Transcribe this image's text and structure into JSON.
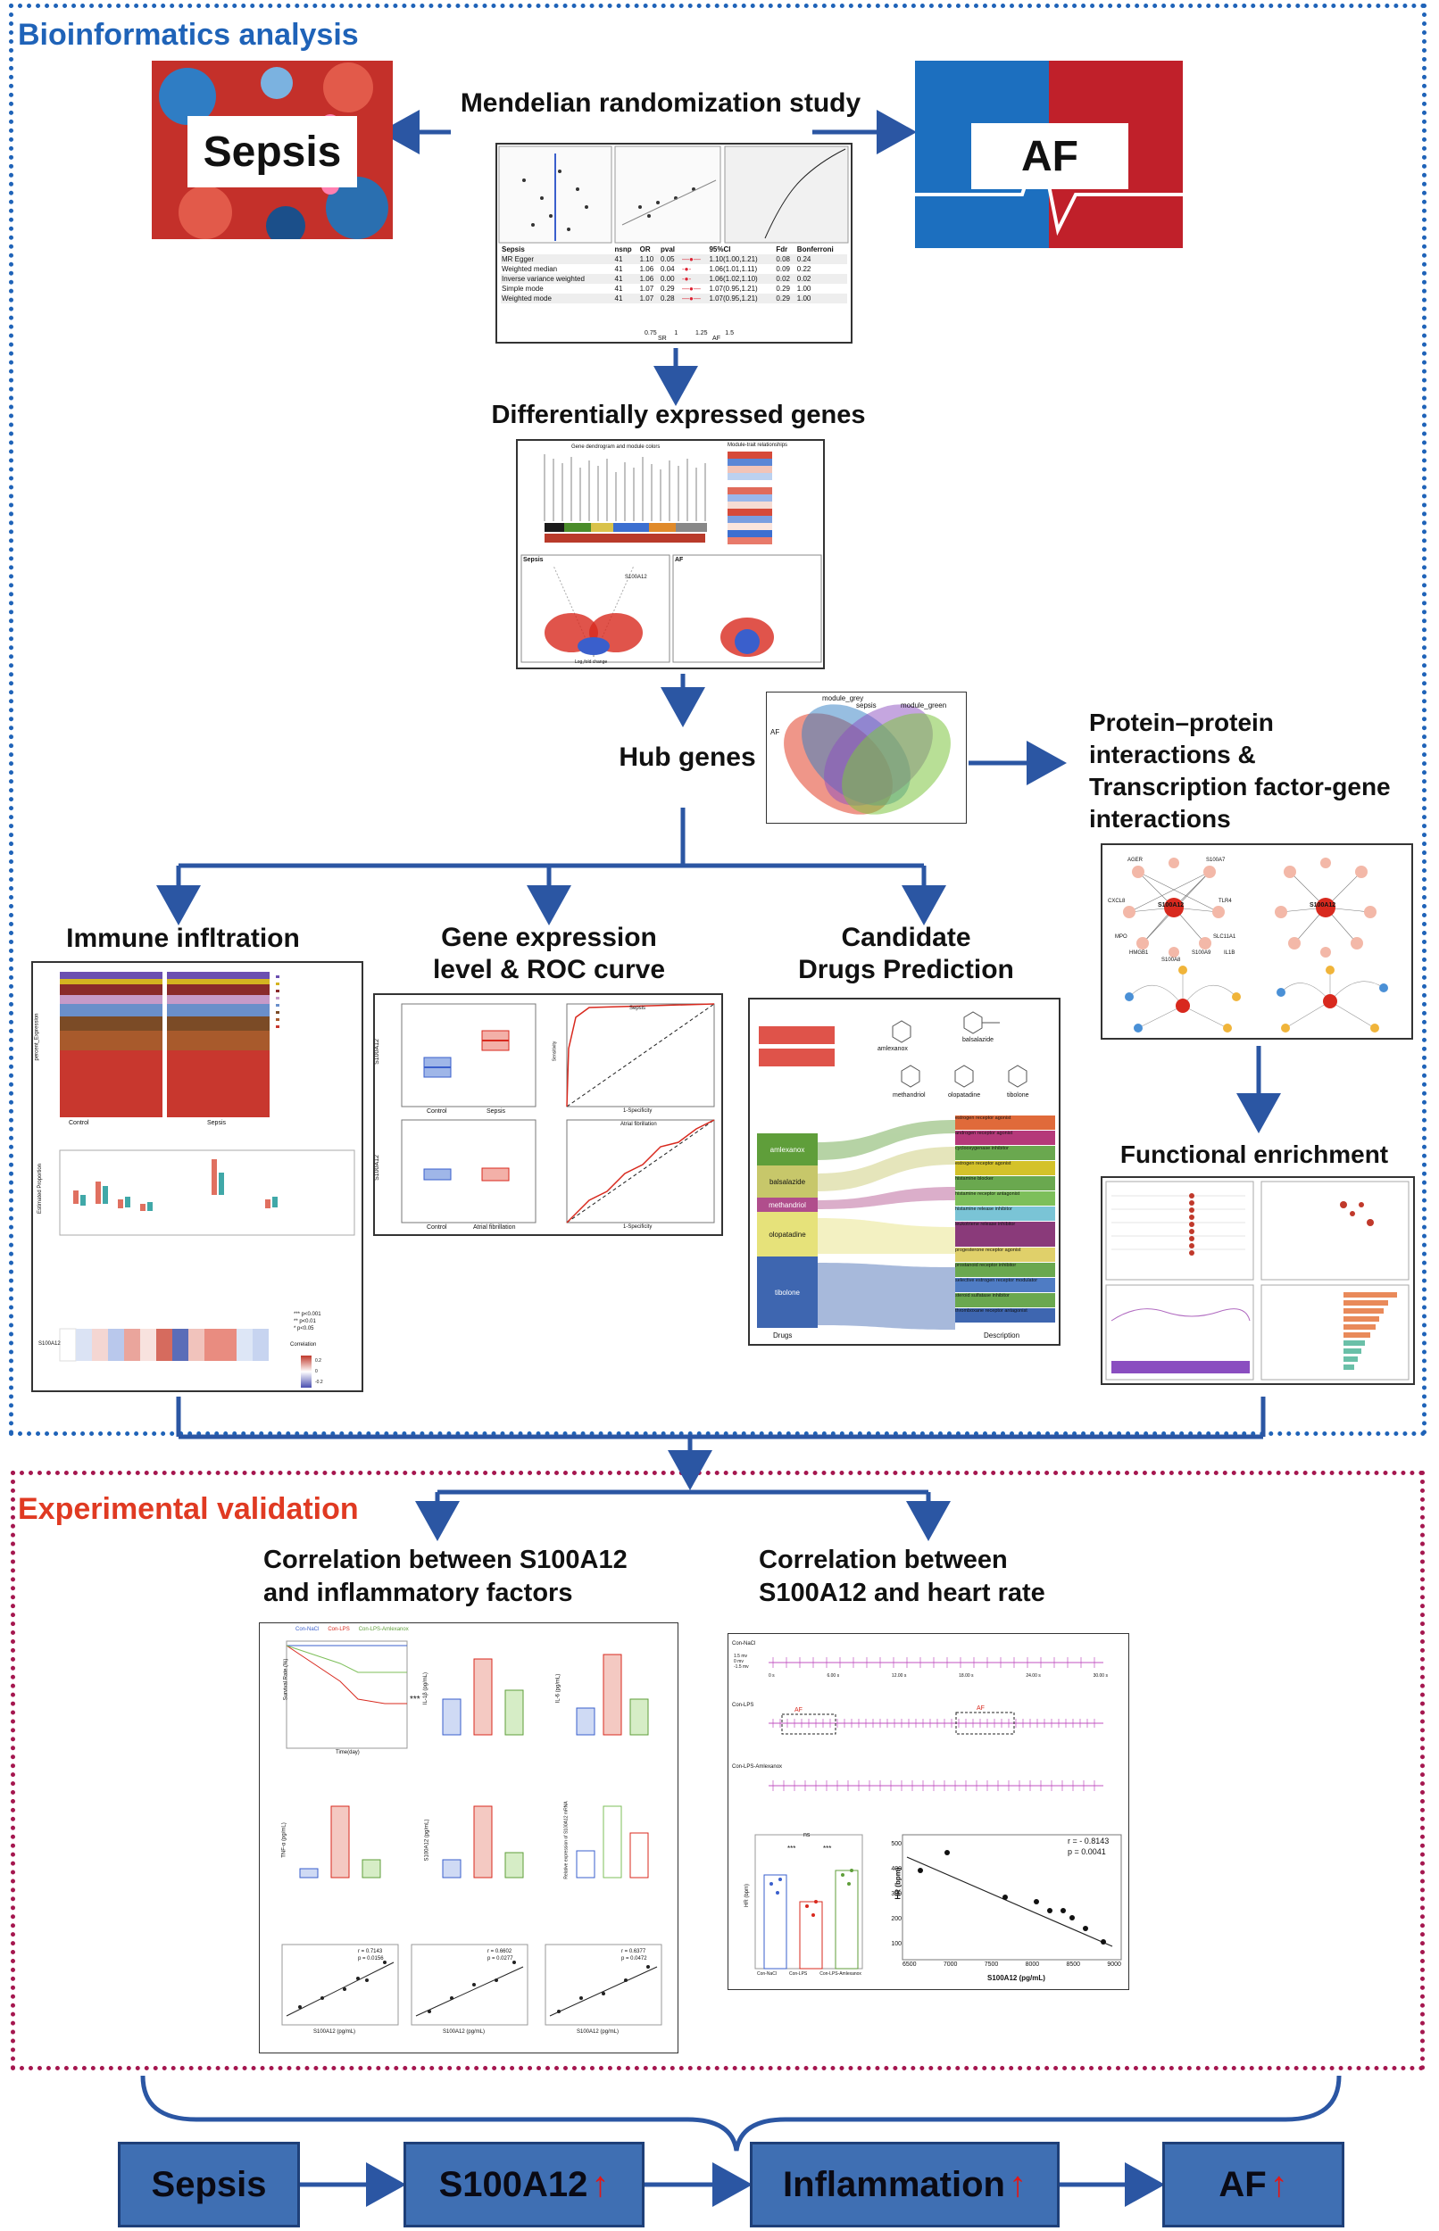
{
  "sections": {
    "bioinformatics": "Bioinformatics analysis",
    "experimental": "Experimental validation"
  },
  "top": {
    "left_label": "Sepsis",
    "right_label": "AF",
    "mr_title": "Mendelian randomization study"
  },
  "mr_table": {
    "headers": [
      "Sepsis",
      "nsnp",
      "OR",
      "pval",
      "95%CI",
      "Fdr",
      "Bonferroni"
    ],
    "rows": [
      [
        "MR Egger",
        "41",
        "1.10",
        "0.05",
        "1.10(1.00,1.21)",
        "0.08",
        "0.24"
      ],
      [
        "Weighted median",
        "41",
        "1.06",
        "0.04",
        "1.06(1.01,1.11)",
        "0.09",
        "0.22"
      ],
      [
        "Inverse variance weighted",
        "41",
        "1.06",
        "0.00",
        "1.06(1.02,1.10)",
        "0.02",
        "0.02"
      ],
      [
        "Simple mode",
        "41",
        "1.07",
        "0.29",
        "1.07(0.95,1.21)",
        "0.29",
        "1.00"
      ],
      [
        "Weighted mode",
        "41",
        "1.07",
        "0.28",
        "1.07(0.95,1.21)",
        "0.29",
        "1.00"
      ]
    ],
    "axis_ticks": [
      "0.75",
      "1",
      "1.25",
      "1.5"
    ],
    "axis_sides": [
      "SR",
      "AF"
    ]
  },
  "degs": {
    "title": "Differentially expressed genes",
    "dendro_title": "Gene dendrogram and module colors",
    "module_title": "Module-trait relationships",
    "volcano_left": "Sepsis",
    "volcano_right": "AF",
    "gene": "S100A12",
    "x_label": "Log₂fold change"
  },
  "hub": {
    "title": "Hub genes",
    "venn_labels": [
      "module_grey",
      "sepsis",
      "module_green",
      "AF"
    ]
  },
  "ppi": {
    "title_lines": [
      "Protein–protein",
      "interactions &",
      "Transcription factor-gene",
      "interactions"
    ],
    "center_gene": "S100A12",
    "nodes": [
      "AGER",
      "S100A7",
      "CXCL8",
      "TLR4",
      "MPO",
      "SLC11A1",
      "HMGB1",
      "S100A8",
      "S100A9",
      "IL1B"
    ]
  },
  "immune": {
    "title": "Immune infltration",
    "groups": [
      "Control",
      "Sepsis"
    ],
    "y1": "percent_Expression",
    "y2": "Estimated Proportion",
    "gene": "S100A12",
    "corr_label": "Correlation",
    "sig": [
      "*** p<0.001",
      "** p<0.01",
      "* p<0.05"
    ],
    "scale": [
      "0.2",
      "0",
      "-0.2"
    ]
  },
  "gene_roc": {
    "title_lines": [
      "Gene expression",
      "level & ROC curve"
    ],
    "gene": "S100A12",
    "groups_top": [
      "Control",
      "Sepsis"
    ],
    "groups_bottom": [
      "Control",
      "Atrial fibrillation"
    ],
    "roc_titles": [
      "Sepsis",
      "Atrial fibrillation"
    ],
    "roc_x": "1-Specificity",
    "roc_y": "Sensitivity"
  },
  "drugs": {
    "title_lines": [
      "Candidate",
      "Drugs Prediction"
    ],
    "compounds": [
      "amlexanox",
      "balsalazide",
      "methandriol",
      "olopatadine",
      "tibolone"
    ],
    "left_axis": "Drugs",
    "right_axis": "Description",
    "descriptions": [
      "estrogen receptor agonist",
      "androgen receptor agonist",
      "cyclooxygenase inhibitor",
      "estrogen receptor agonist",
      "histamine blocker",
      "histamine receptor antagonist",
      "histamine release inhibitor",
      "leukotriene release inhibitor",
      "progesterone receptor agonist",
      "prostanoid receptor inhibitor",
      "selective estrogen receptor modulator",
      "steroid sulfatase inhibitor",
      "thromboxane receptor antagonist"
    ]
  },
  "functional": {
    "title": "Functional enrichment"
  },
  "corr_inflam": {
    "title_lines": [
      "Correlation between S100A12",
      "and inflammatory factors"
    ],
    "groups": [
      "Con-NaCl",
      "Con-LPS",
      "Con-LPS-Amlexanox"
    ],
    "y_labels": [
      "Survival Rate (%)",
      "IL-1β (pg/mL)",
      "IL-6 (pg/mL)",
      "TNF-α (pg/mL)",
      "S100A12 (pg/mL)",
      "Relative expression of S100A12 mRNA"
    ],
    "time_label": "Time(day)",
    "scatter_x": "S100A12 (pg/mL)",
    "scatter_stats": [
      [
        "r = 0.7143",
        "p = 0.0156"
      ],
      [
        "r = 0.6602",
        "p = 0.0277"
      ],
      [
        "r = 0.6377",
        "p = 0.0472"
      ]
    ],
    "sig": "***"
  },
  "corr_hr": {
    "title_lines": [
      "Correlation between",
      "S100A12 and heart rate"
    ],
    "traces": [
      "Con-NaCl",
      "Con-LPS",
      "Con-LPS-Amlexanox"
    ],
    "times": [
      "0 s",
      "6.00 s",
      "12.00 s",
      "18.00 s",
      "24.00 s",
      "30.00 s"
    ],
    "mv": [
      "1.5 mv",
      "0 mv",
      "-1.5 mv"
    ],
    "af_tag": "AF",
    "bar_y": "HR (bpm)",
    "bar_groups": [
      "Con-NaCl",
      "Con-LPS",
      "Con-LPS-Amlexanox"
    ],
    "ns": "ns",
    "sig": "***",
    "scatter_r": "r = - 0.8143",
    "scatter_p": "p =   0.0041",
    "scatter_y": "HR (bpm)",
    "scatter_x": "S100A12 (pg/mL)",
    "y_ticks": [
      "500",
      "400",
      "300",
      "200",
      "100"
    ],
    "x_ticks": [
      "6500",
      "7000",
      "7500",
      "8000",
      "8500",
      "9000"
    ]
  },
  "flow": {
    "boxes": [
      "Sepsis",
      "S100A12",
      "Inflammation",
      "AF"
    ],
    "up_arrow": "↑"
  },
  "colors": {
    "blue_frame": "#1f63b8",
    "red_frame": "#a5174f",
    "arrow": "#2b56a3",
    "flow_box": "#3f6fb3",
    "up_arrow": "#e01818"
  }
}
